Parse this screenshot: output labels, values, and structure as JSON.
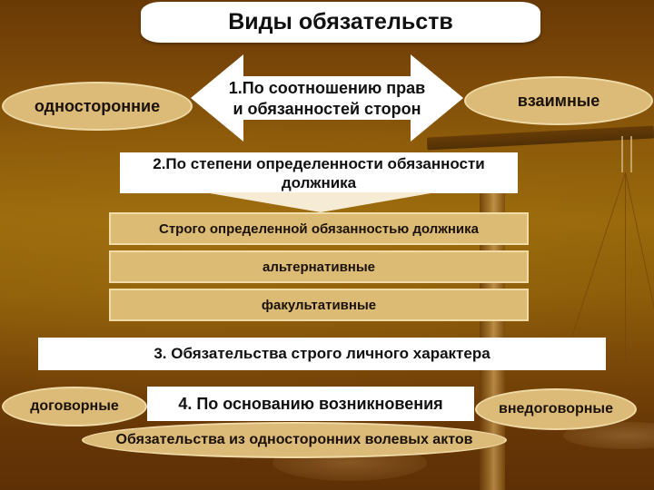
{
  "title": "Виды обязательств",
  "section1": {
    "label_line1": "1.По соотношению прав",
    "label_line2": "и обязанностей сторон",
    "left": "односторонние",
    "right": "взаимные"
  },
  "section2": {
    "label_line1": "2.По степени определенности обязанности",
    "label_line2": "должника",
    "items": [
      "Строго определенной обязанностью должника",
      "альтернативные",
      "факультативные"
    ]
  },
  "section3": {
    "label": "3. Обязательства строго личного характера"
  },
  "section4": {
    "label": "4. По основанию возникновения",
    "left": "договорные",
    "right": "внедоговорные",
    "bottom": "Обязательства из односторонних волевых актов"
  },
  "colors": {
    "background": "#7a4708",
    "pill_fill": "#dcbb78",
    "box_fill": "#dcbb74",
    "white": "#ffffff",
    "text": "#111111"
  }
}
